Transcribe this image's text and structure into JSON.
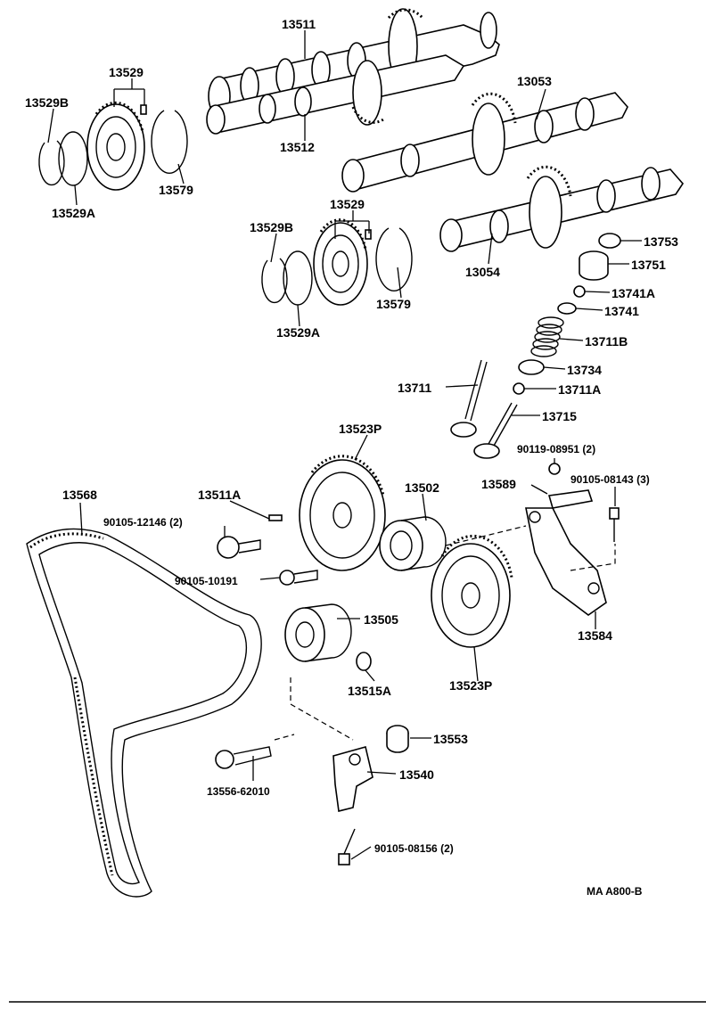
{
  "labels": {
    "l13511": "13511",
    "l13512": "13512",
    "l13529_a": "13529",
    "l13529b_a": "13529B",
    "l13529a_a": "13529A",
    "l13579_a": "13579",
    "l13053": "13053",
    "l13054": "13054",
    "l13529_b": "13529",
    "l13529b_b": "13529B",
    "l13529a_b": "13529A",
    "l13579_b": "13579",
    "l13753": "13753",
    "l13751": "13751",
    "l13741a": "13741A",
    "l13741": "13741",
    "l13711b": "13711B",
    "l13734": "13734",
    "l13711": "13711",
    "l13711a": "13711A",
    "l13715": "13715",
    "l13523p_top": "13523P",
    "l13502": "13502",
    "l13589": "13589",
    "l90119": "90119-08951 (2)",
    "l90105_08143": "90105-08143 (3)",
    "l13568": "13568",
    "l13511a": "13511A",
    "l90105_12146": "90105-12146 (2)",
    "l90105_10191": "90105-10191",
    "l13505": "13505",
    "l13515a": "13515A",
    "l13523p_bot": "13523P",
    "l13584": "13584",
    "l13553": "13553",
    "l13540": "13540",
    "l13556": "13556-62010",
    "l90105_08156": "90105-08156 (2)",
    "code": "MA  A800-B"
  }
}
